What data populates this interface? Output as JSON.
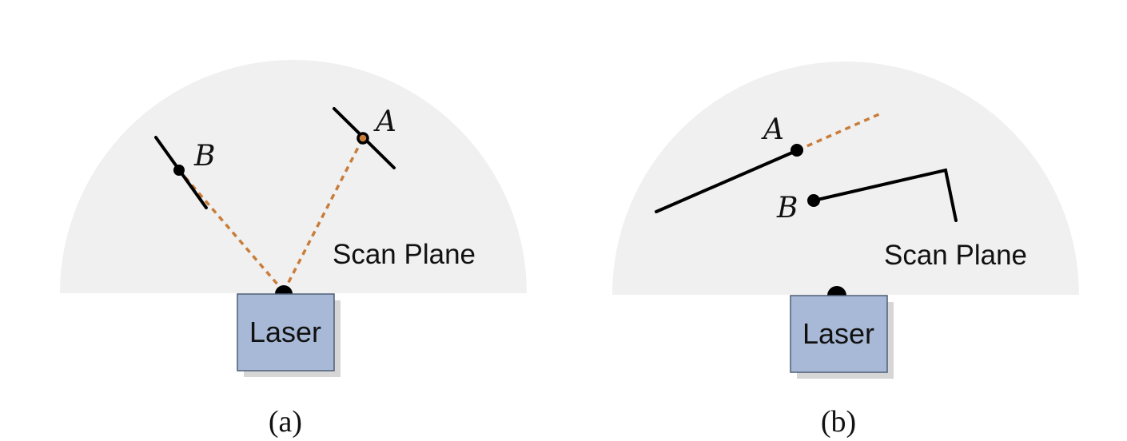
{
  "panels": [
    {
      "id": "a",
      "caption": "(a)",
      "laser_label": "Laser",
      "plane_label": "Scan Plane",
      "point_a_label": "A",
      "point_b_label": "B"
    },
    {
      "id": "b",
      "caption": "(b)",
      "laser_label": "Laser",
      "plane_label": "Scan Plane",
      "point_a_label": "A",
      "point_b_label": "B"
    }
  ],
  "colors": {
    "scan_plane": "#f0f0f0",
    "laser_fill": "#a7b9d6",
    "ray": "#c87d3a"
  }
}
